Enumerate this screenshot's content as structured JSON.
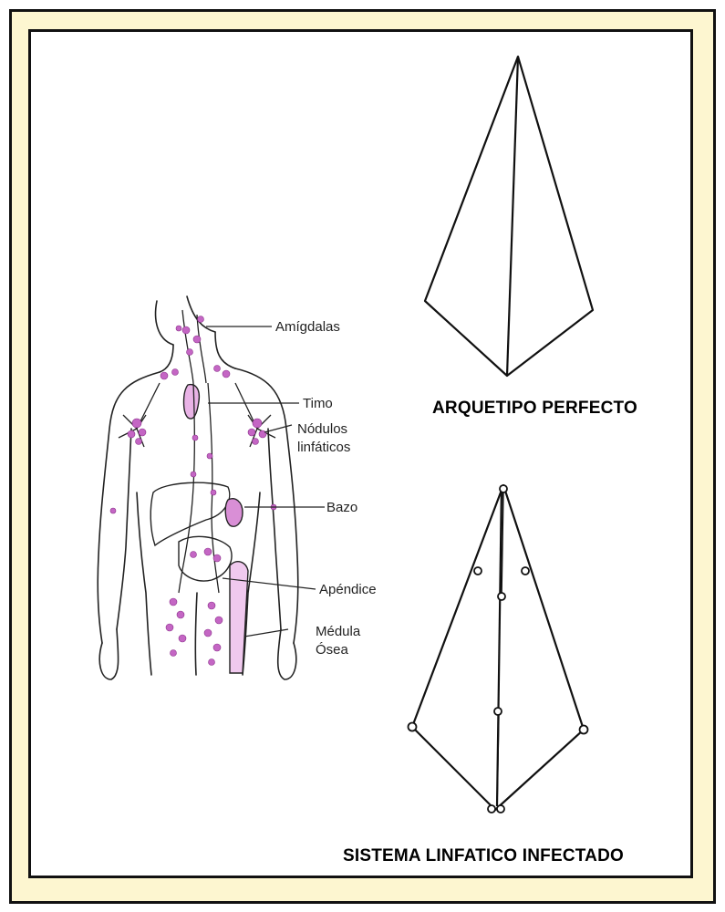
{
  "body_labels": {
    "amigdalas": "Amígdalas",
    "timo": "Timo",
    "nodulos_line1": "Nódulos",
    "nodulos_line2": "linfáticos",
    "bazo": "Bazo",
    "apendice": "Apéndice",
    "medula_line1": "Médula",
    "medula_line2": "Ósea"
  },
  "captions": {
    "top": "ARQUETIPO PERFECTO",
    "bottom": "SISTEMA LINFATICO INFECTADO"
  },
  "colors": {
    "frame_fill": "#fdf6d0",
    "lymph": "#c466c4",
    "organ": "#e9b3e6"
  }
}
